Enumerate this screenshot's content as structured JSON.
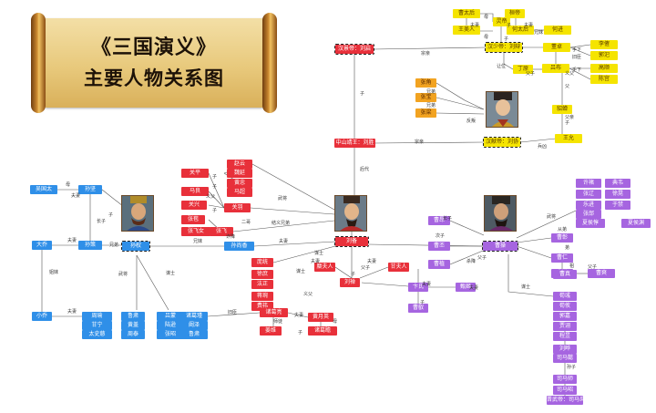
{
  "title": {
    "line1": "《三国演义》",
    "line2": "主要人物关系图"
  },
  "colors": {
    "red": "#e8303a",
    "blue": "#2f8fe8",
    "purple": "#a665e0",
    "yellow": "#f5e400",
    "orange": "#f2a321",
    "line": "#555555"
  },
  "nodes": [
    {
      "id": "caotaihou",
      "text": "曹太后",
      "color": "yellow"
    },
    {
      "id": "lingdi",
      "text": "灵帝",
      "color": "yellow"
    },
    {
      "id": "huandi",
      "text": "桓帝",
      "color": "yellow"
    },
    {
      "id": "wangmeiren",
      "text": "王美人",
      "color": "yellow"
    },
    {
      "id": "hanshaodi",
      "text": "汉少帝：刘辩",
      "color": "yellow"
    },
    {
      "id": "hetaihou",
      "text": "何太后",
      "color": "yellow"
    },
    {
      "id": "hejin",
      "text": "何进",
      "color": "yellow"
    },
    {
      "id": "dongzhuo",
      "text": "董卓",
      "color": "yellow"
    },
    {
      "id": "lijue",
      "text": "李傕",
      "color": "yellow"
    },
    {
      "id": "guosi",
      "text": "郭汜",
      "color": "yellow"
    },
    {
      "id": "gaoshun",
      "text": "高顺",
      "color": "yellow"
    },
    {
      "id": "chengong",
      "text": "陈宫",
      "color": "yellow"
    },
    {
      "id": "dingyuan",
      "text": "丁原",
      "color": "yellow"
    },
    {
      "id": "lvbu",
      "text": "吕布",
      "color": "yellow"
    },
    {
      "id": "diaochan",
      "text": "貂蝉",
      "color": "yellow"
    },
    {
      "id": "wangyun",
      "text": "王允",
      "color": "yellow"
    },
    {
      "id": "hanxiandi",
      "text": "汉献帝：刘协",
      "color": "yellow"
    },
    {
      "id": "zhangjiao",
      "text": "张角",
      "color": "orange"
    },
    {
      "id": "zhangbao",
      "text": "张宝",
      "color": "orange"
    },
    {
      "id": "zhangliang",
      "text": "张梁",
      "color": "orange"
    },
    {
      "id": "hanjingdi",
      "text": "汉景帝：刘启",
      "color": "red"
    },
    {
      "id": "zhongshan",
      "text": "中山靖王：刘胜",
      "color": "red"
    },
    {
      "id": "liubei",
      "text": "刘备",
      "color": "red"
    },
    {
      "id": "guanyu",
      "text": "关羽",
      "color": "red"
    },
    {
      "id": "zhangfei",
      "text": "张飞",
      "color": "red"
    },
    {
      "id": "zhaoyun",
      "text": "赵云",
      "color": "red"
    },
    {
      "id": "weiyan",
      "text": "魏延",
      "color": "red"
    },
    {
      "id": "huangzhong",
      "text": "黄忠",
      "color": "red"
    },
    {
      "id": "machao",
      "text": "马超",
      "color": "red"
    },
    {
      "id": "guanping",
      "text": "关平",
      "color": "red"
    },
    {
      "id": "maliang",
      "text": "马良",
      "color": "red"
    },
    {
      "id": "guanxing",
      "text": "关兴",
      "color": "red"
    },
    {
      "id": "zhangbaoS",
      "text": "张苞",
      "color": "red"
    },
    {
      "id": "zhangfeinv",
      "text": "张飞女",
      "color": "red"
    },
    {
      "id": "mifuren",
      "text": "糜夫人",
      "color": "red"
    },
    {
      "id": "ganfuren",
      "text": "甘夫人",
      "color": "red"
    },
    {
      "id": "liushan",
      "text": "刘禅",
      "color": "red"
    },
    {
      "id": "pangtong",
      "text": "庞统",
      "color": "red"
    },
    {
      "id": "xushu",
      "text": "徐庶",
      "color": "red"
    },
    {
      "id": "fazheng",
      "text": "法正",
      "color": "red"
    },
    {
      "id": "jiangwan",
      "text": "蒋琬",
      "color": "red"
    },
    {
      "id": "feiyi",
      "text": "费祎",
      "color": "red"
    },
    {
      "id": "zhugeliang",
      "text": "诸葛亮",
      "color": "red"
    },
    {
      "id": "huangyueying",
      "text": "黄月英",
      "color": "red"
    },
    {
      "id": "jiangwei",
      "text": "姜维",
      "color": "red"
    },
    {
      "id": "zhugezhan",
      "text": "诸葛瞻",
      "color": "red"
    },
    {
      "id": "wuguotai",
      "text": "吴国太",
      "color": "blue"
    },
    {
      "id": "sunjian",
      "text": "孙坚",
      "color": "blue"
    },
    {
      "id": "daqiao",
      "text": "大乔",
      "color": "blue"
    },
    {
      "id": "sunce",
      "text": "孙策",
      "color": "blue"
    },
    {
      "id": "sunquan",
      "text": "孙权",
      "color": "blue"
    },
    {
      "id": "sunshangxiang",
      "text": "孙尚香",
      "color": "blue"
    },
    {
      "id": "xiaoqiao",
      "text": "小乔",
      "color": "blue"
    },
    {
      "id": "zhouyu",
      "text": "周瑜",
      "color": "blue"
    },
    {
      "id": "ganning",
      "text": "甘宁",
      "color": "blue"
    },
    {
      "id": "taishici",
      "text": "太史慈",
      "color": "blue"
    },
    {
      "id": "lusu",
      "text": "鲁肃",
      "color": "blue"
    },
    {
      "id": "huanggai",
      "text": "黄盖",
      "color": "blue"
    },
    {
      "id": "zhoutai",
      "text": "周泰",
      "color": "blue"
    },
    {
      "id": "lvmeng",
      "text": "吕蒙",
      "color": "blue"
    },
    {
      "id": "luxun",
      "text": "陆逊",
      "color": "blue"
    },
    {
      "id": "zhangzhao",
      "text": "张昭",
      "color": "blue"
    },
    {
      "id": "zhugejin",
      "text": "诸葛瑾",
      "color": "blue"
    },
    {
      "id": "kanze",
      "text": "阚泽",
      "color": "blue"
    },
    {
      "id": "lusu2",
      "text": "鲁肃",
      "color": "blue"
    },
    {
      "id": "caocao",
      "text": "曹操",
      "color": "purple"
    },
    {
      "id": "caoang",
      "text": "曹昂",
      "color": "purple"
    },
    {
      "id": "caopi",
      "text": "曹丕",
      "color": "purple"
    },
    {
      "id": "caozhi",
      "text": "曹植",
      "color": "purple"
    },
    {
      "id": "bianshi",
      "text": "卞氏",
      "color": "purple"
    },
    {
      "id": "zhenji",
      "text": "甄姬",
      "color": "purple"
    },
    {
      "id": "caorui",
      "text": "曹叡",
      "color": "purple"
    },
    {
      "id": "caozhang",
      "text": "曹彰",
      "color": "purple"
    },
    {
      "id": "xuchu",
      "text": "许褚",
      "color": "purple"
    },
    {
      "id": "dianwei",
      "text": "典韦",
      "color": "purple"
    },
    {
      "id": "zhangliao",
      "text": "张辽",
      "color": "purple"
    },
    {
      "id": "xuhuang",
      "text": "徐晃",
      "color": "purple"
    },
    {
      "id": "yuejin",
      "text": "乐进",
      "color": "purple"
    },
    {
      "id": "yujin",
      "text": "于禁",
      "color": "purple"
    },
    {
      "id": "zhanghe",
      "text": "张郃",
      "color": "purple"
    },
    {
      "id": "xiahoudun",
      "text": "夏侯惇",
      "color": "purple"
    },
    {
      "id": "xiahouyuan",
      "text": "夏侯渊",
      "color": "purple"
    },
    {
      "id": "caoren",
      "text": "曹仁",
      "color": "purple"
    },
    {
      "id": "caohong",
      "text": "曹洪",
      "color": "purple"
    },
    {
      "id": "caozhen",
      "text": "曹真",
      "color": "purple"
    },
    {
      "id": "caoshuang",
      "text": "曹爽",
      "color": "purple"
    },
    {
      "id": "xunyu",
      "text": "荀彧",
      "color": "purple"
    },
    {
      "id": "xunyou",
      "text": "荀攸",
      "color": "purple"
    },
    {
      "id": "guojia",
      "text": "郭嘉",
      "color": "purple"
    },
    {
      "id": "jiaxu",
      "text": "贾诩",
      "color": "purple"
    },
    {
      "id": "chengyu",
      "text": "程昱",
      "color": "purple"
    },
    {
      "id": "liuye",
      "text": "刘晔",
      "color": "purple"
    },
    {
      "id": "simayi",
      "text": "司马懿",
      "color": "purple"
    },
    {
      "id": "simashi",
      "text": "司马师",
      "color": "purple"
    },
    {
      "id": "simazhao",
      "text": "司马昭",
      "color": "purple"
    },
    {
      "id": "jinwudi",
      "text": "晋武帝：司马炎",
      "color": "purple"
    }
  ],
  "relations": {
    "mu": "母",
    "fuqi": "夫妻",
    "xiongmei": "兄妹",
    "zi": "子",
    "houdai": "后代",
    "zongqin": "宗亲",
    "rangwei": "让位",
    "fuzi": "父子",
    "yifu": "义父",
    "fanpan": "反叛",
    "wujiang": "武将",
    "moushi": "谋士",
    "jieyi": "结义兄弟",
    "erge": "二哥",
    "xiongdi": "兄弟",
    "chanrang": "禅让",
    "shidi": "师徒",
    "zhangzi": "长子",
    "cizi": "次子",
    "congdi": "从弟",
    "sizi": "孙子",
    "erzi": "儿子",
    "shaxiang": "杀降",
    "fu": "父",
    "jiemei": "姐妹",
    "shouxia": "手下",
    "fuqin": "父亲",
    "bingxiong": "兵凶",
    "xiongdi2": "兄弟",
    "yongshi": "猛将",
    "zu": "祖",
    "jiuxiong": "旧臣",
    "di": "弟",
    "zhaxiang": "诈降"
  }
}
